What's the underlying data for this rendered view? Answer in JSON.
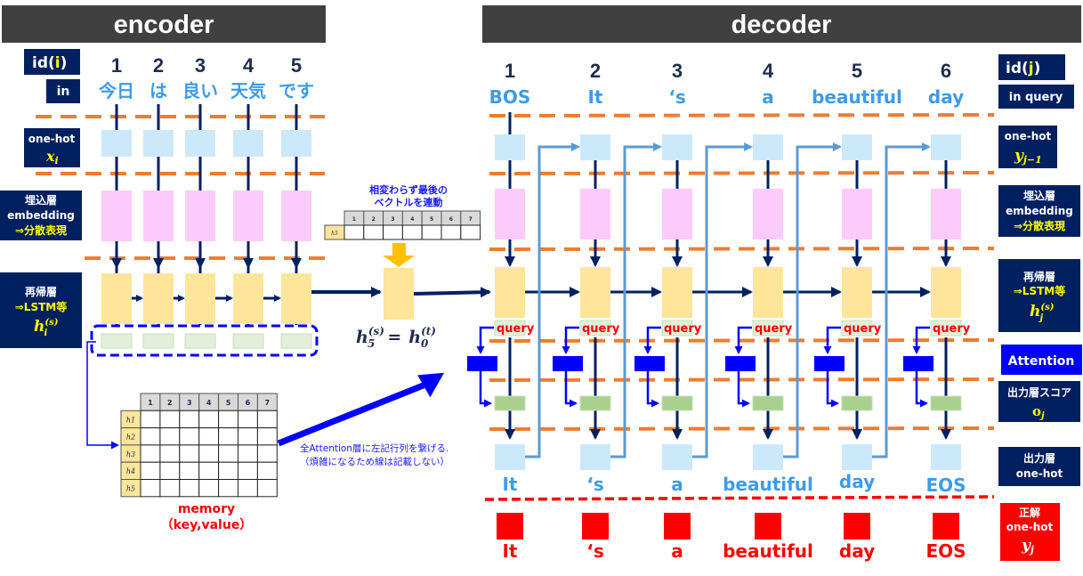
{
  "encoder": {
    "title": "encoder",
    "labels": {
      "id": "id(",
      "id_var": "i",
      "id_close": ")",
      "in": "in",
      "onehot": "one-hot",
      "onehot_var": "x",
      "onehot_sub": "i",
      "embed_1": "埋込層",
      "embed_2": "embedding",
      "embed_3": "⇒分散表現",
      "rnn_1": "再帰層",
      "rnn_2": "⇒LSTM等",
      "rnn_var": "h",
      "rnn_sup": "(s)",
      "rnn_sub": "i"
    },
    "ids": [
      "1",
      "2",
      "3",
      "4",
      "5"
    ],
    "tokens": [
      "今日",
      "は",
      "良い",
      "天気",
      "です"
    ]
  },
  "bridge": {
    "note_1": "相変わらず最後の",
    "note_2": "ベクトルを連動",
    "table_row": "h5",
    "table_cols": [
      "1",
      "2",
      "3",
      "4",
      "5",
      "6",
      "7"
    ],
    "equation_lhs": "h",
    "equation_lhs_sup": "(s)",
    "equation_lhs_sub": "5",
    "equation_eq": "=",
    "equation_rhs": "h",
    "equation_rhs_sup": "(t)",
    "equation_rhs_sub": "0"
  },
  "memory": {
    "cols": [
      "1",
      "2",
      "3",
      "4",
      "5",
      "6",
      "7"
    ],
    "rows": [
      "h1",
      "h2",
      "h3",
      "h4",
      "h5"
    ],
    "title": "memory",
    "subtitle": "（key,value）",
    "note_1": "全Attention層に左記行列を繋げる.",
    "note_2": "（煩雑になるため線は記載しない）"
  },
  "decoder": {
    "title": "decoder",
    "ids": [
      "1",
      "2",
      "3",
      "4",
      "5",
      "6"
    ],
    "inputs": [
      "BOS",
      "It",
      "‘s",
      "a",
      "beautiful",
      "day"
    ],
    "outputs": [
      "It",
      "‘s",
      "a",
      "beautiful",
      "day",
      "EOS"
    ],
    "targets": [
      "It",
      "‘s",
      "a",
      "beautiful",
      "day",
      "EOS"
    ],
    "query_label": "query",
    "labels": {
      "id": "id(",
      "id_var": "j",
      "id_close": ")",
      "in_query": "in query",
      "onehot": "one-hot",
      "onehot_var": "y",
      "onehot_sub": "j−1",
      "embed_1": "埋込層",
      "embed_2": "embedding",
      "embed_3": "⇒分散表現",
      "rnn_1": "再帰層",
      "rnn_2": "⇒LSTM等",
      "rnn_var": "h",
      "rnn_sup": "(s)",
      "rnn_sub": "j",
      "attention": "Attention",
      "score_1": "出力層スコア",
      "score_var": "o",
      "score_sub": "j",
      "out_1": "出力層",
      "out_2": "one-hot",
      "gt_1": "正解",
      "gt_2": "one-hot",
      "gt_var": "y",
      "gt_sub": "j"
    }
  },
  "colors": {
    "header_bg": "#404040",
    "label_bg": "#002060",
    "attention_bg": "#0000ff",
    "gt_bg": "#ff0000",
    "onehot_box": "#cce9fb",
    "embed_box": "#fccbfc",
    "rnn_box": "#fee599",
    "hidden_box": "#e2efda",
    "score_box": "#a9d08e",
    "orange_dash": "#ed7d31",
    "dark_arrow": "#002060",
    "light_arrow": "#5b9bd5",
    "blue_arrow": "#0000ff"
  }
}
